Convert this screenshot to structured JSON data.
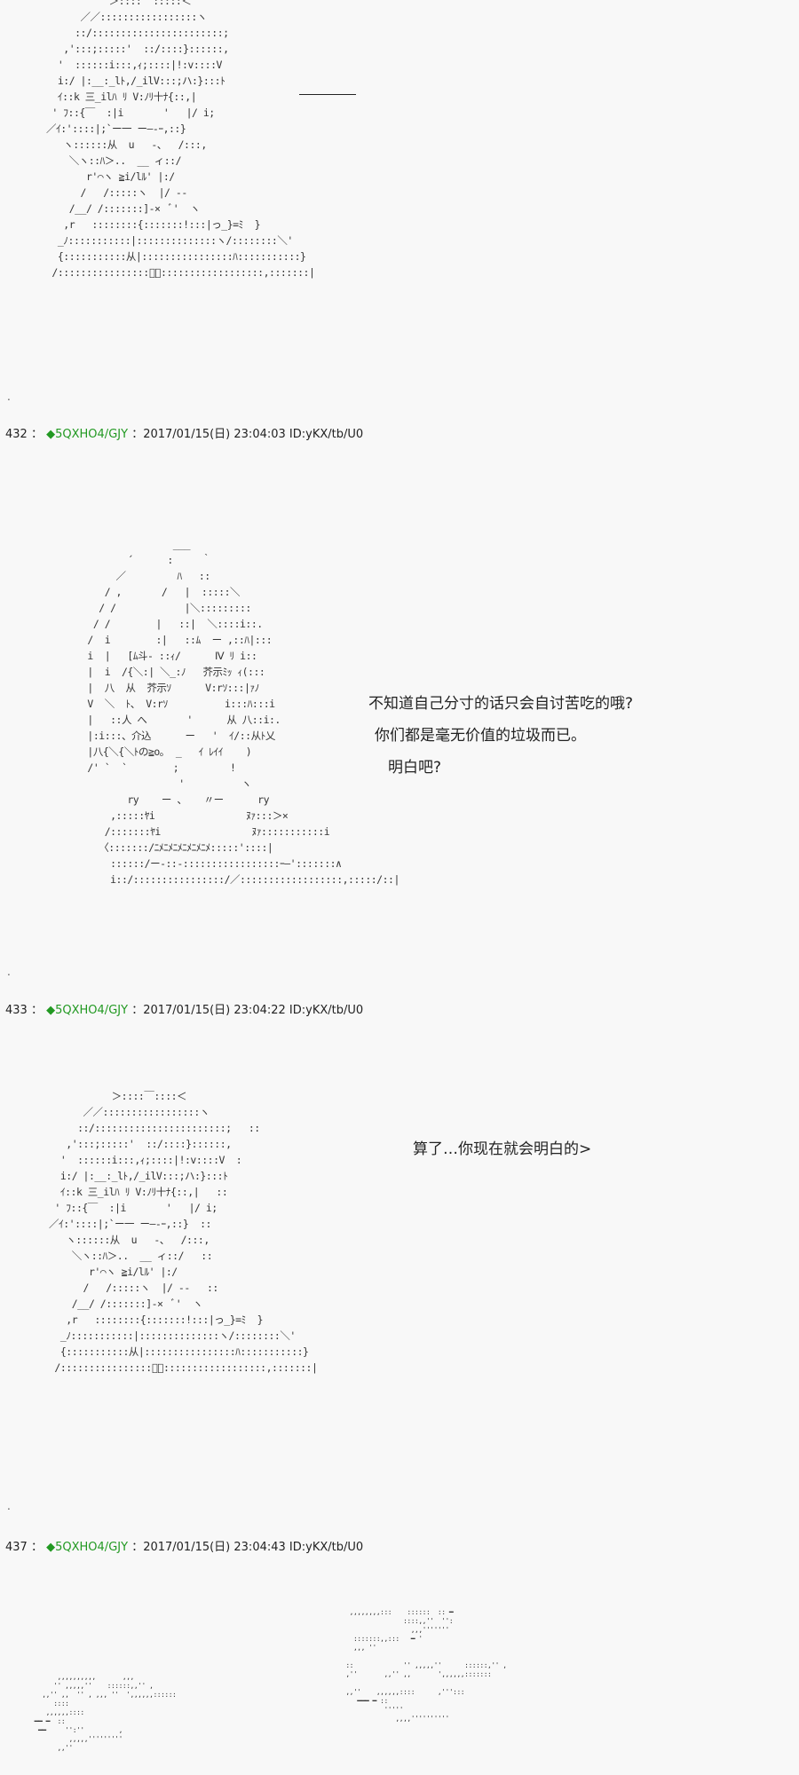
{
  "posts": [
    {
      "num": "432",
      "sep": "：",
      "trip": "◆5QXHO4/GJY",
      "date": "：2017/01/15(日) 23:04:03 ID:yKX/tb/U0"
    },
    {
      "num": "433",
      "sep": "：",
      "trip": "◆5QXHO4/GJY",
      "date": "：2017/01/15(日) 23:04:22 ID:yKX/tb/U0"
    },
    {
      "num": "437",
      "sep": "：",
      "trip": "◆5QXHO4/GJY",
      "date": "：2017/01/15(日) 23:04:43 ID:yKX/tb/U0"
    }
  ],
  "art1": "           ＞::::  :::::＜\n      ／／:::::::::::::::::ヽ\n     ::/:::::::::::::::::::::::;\n   ,':::;:::::'  ::/::::}::::::,\n  '  ::::::i:::,ｨ;::::|!:v::::V\n  i:/ |:__:_lﾄ,/_ilV:::;ハ:}:::ﾄ\n  ｲ::k 三_ilﾊ ﾘ V:ﾉﾘ十ﾅ{::,|\n ' ﾌ::{￣  :|i       '   |/ i;\n／ｲ:'::::|;`ー一 ー―‐ｰ,::}\n   ヽ::::::从  u   -、  /:::,\n    ＼ヽ::ﾊ＞..  __ ィ::/\n       r'⌒ヽ ≧i/lﾙ' |:/\n      /   /:::::ヽ  |/ ‐‐\n    /__/ /:::::::]-×  ﾞ'  ヽ\n   ,r   ::::::::{:::::::!:::|っ_}=ﾐ  }\n  _ﾉ:::::::::::|::::::::::::::ヽ/::::::::＼'\n  {:::::::::::从|::::::::::::::::ﾊ:::::::::::}\n /::::::::::::::::ﾞ､::::::::::::::::::,:::::::|",
  "dash_label": "",
  "art2": "                ___\n        ´      :     ｀\n      ／         ﾊ   ::\n    / ,       /   |  :::::＼\n   / /            |＼:::::::::\n  / /        |   ::|  ＼::::i::.\n /  i        :|   ::ﾑ  ー ,::ﾊ|:::\n i  |   [ﾑ斗- ::ｨ/      Ⅳ ﾘ i::\n |  i  /{＼:| ＼_:ﾉ   芥示ﾐｯ ｨ(:::\n |  八  从  芥示ｿ      V:rｿ:::|ｧﾉ\n V  ＼  ﾄ、 V:rｿ          i:::ﾊ:::i\n |   ::人 へ       '      从 八::i:.\n |:i:::、介込      ー   '  ｲ/::从ﾄ乂\n |八{＼{＼ﾄの≧o｡  _   ｲ ﾚｲｲ    )\n /' `  `        ;         !\n                 '          ヽ\n        ry    ー 、   〃ー      ry\n     ,:::::ﾔi                ﾇｧ:::＞×\n    /:::::::ﾔi                ﾇｧ:::::::::::i\n   〈:::::::/ﾆﾒﾆﾒﾆﾒﾆﾒﾆﾒﾆﾒ:::::'::::|\n     ::::::/ー‐::‐:::::::::::::::::ｰ―':::::::∧\n     i::/::::::::::::::::/／::::::::::::::::::,:::::/::|",
  "say2": [
    "不知道自己分寸的话只会自讨苦吃的哦?",
    "你们都是毫无价值的垃圾而已。",
    "明白吧?"
  ],
  "art3": "           ＞::::￣::::＜\n      ／／:::::::::::::::::ヽ\n     ::/:::::::::::::::::::::::;   ::\n   ,':::;:::::'  ::/::::}::::::,\n  '  ::::::i:::,ｨ;::::|!:v::::V  :\n  i:/ |:__:_lﾄ,/_ilV:::;ハ:}:::ﾄ\n  ｲ::k 三_ilﾊ ﾘ V:ﾉﾘ十ﾅ{::,|   ::\n ' ﾌ::{￣  :|i       '   |/ i;\n／ｲ:'::::|;`ー一 ー―‐ｰ,::}  ::\n   ヽ::::::从  u   -、  /:::,\n    ＼ヽ::ﾊ＞..  __ ィ::/   ::\n       r'⌒ヽ ≧i/lﾙ' |:/\n      /   /:::::ヽ  |/ ‐‐   ::\n    /__/ /:::::::]-×  ﾞ'  ヽ\n   ,r   ::::::::{:::::::!:::|っ_}=ﾐ  }\n  _ﾉ:::::::::::|::::::::::::::ヽ/::::::::＼'\n  {:::::::::::从|::::::::::::::::ﾊ:::::::::::}\n /::::::::::::::::ﾞ､::::::::::::::::::,:::::::|",
  "say3": "算了…你现在就会明白的>",
  "art4a": "        ,,,,,,,,,,       ,,,\n       '' ,,,,,''    ::::::,,'' ,\n    ,,'' ,,  '' , ,,, ''  ',,,,,,::::::\n       ::::\n     ,,,,,,::::\n  ━━ ━  ::\n   ━━     '':''         ,\n           ,,,,,'''''''''\n        ,,''",
  "art4b": "  ,,,,,,,,:::    ::::::  :: ━\n                ::::,,''  '':\n                  ,,,'''''''\n   :::::::,,:::   ━ '\n   ,,, ''\n\n ::             '' ,,,,,''      ::::::,'' ,\n ,''       ,,'' ,,       ',,,,,,:::::::\n\n ,,''    ,,,,,,::::      ,''':::\n    ━━━ ━ ::\n           ''''' \n              ,,,,''''''''''"
}
